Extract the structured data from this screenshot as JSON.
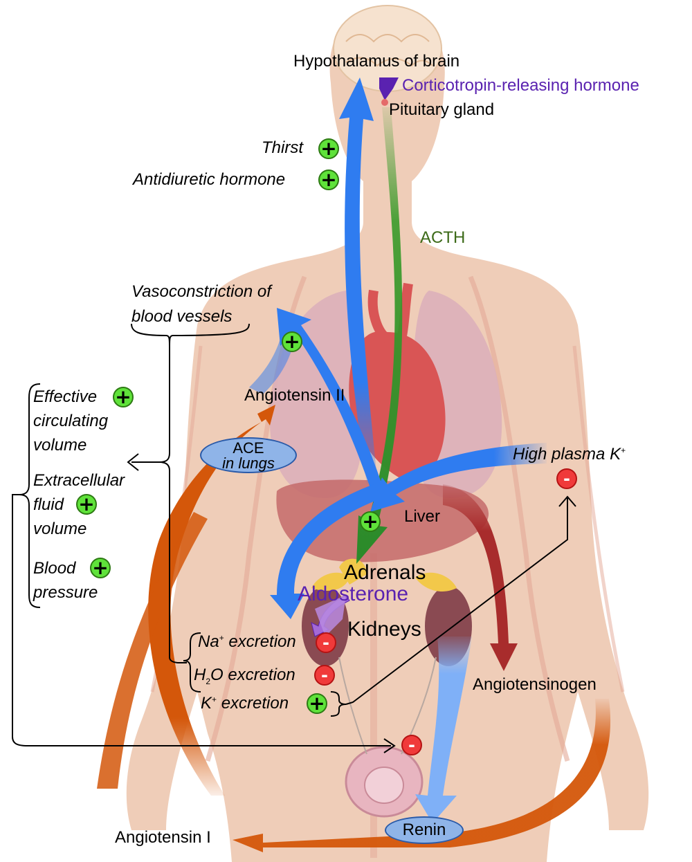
{
  "labels": {
    "hypothalamus": "Hypothalamus of brain",
    "crh": "Corticotropin-releasing hormone",
    "pituitary": "Pituitary gland",
    "thirst": "Thirst",
    "adh": "Antidiuretic hormone",
    "acth": "ACTH",
    "vaso_line1": "Vasoconstriction of",
    "vaso_line2": "blood vessels",
    "angiotensin2": "Angiotensin II",
    "ace_line1": "ACE",
    "ace_line2": "in lungs",
    "ecv_line1": "Effective",
    "ecv_line2": "circulating",
    "ecv_line3": "volume",
    "ecf_line1": "Extracellular",
    "ecf_line2": "fluid",
    "ecf_line3": "volume",
    "bp_line1": "Blood",
    "bp_line2": "pressure",
    "high_k_text": "High plasma K",
    "high_k_sup": "+",
    "liver": "Liver",
    "adrenals": "Adrenals",
    "aldosterone": "Aldosterone",
    "kidneys": "Kidneys",
    "na_base": "Na",
    "na_sup": "+",
    "na_rest": " excretion",
    "h2o_h": "H",
    "h2o_sub": "2",
    "h2o_rest": "O excretion",
    "k_base": "K",
    "k_sup": "+",
    "k_rest": " excretion",
    "angiotensinogen": "Angiotensinogen",
    "renin": "Renin",
    "angiotensin1": "Angiotensin I"
  },
  "signs": {
    "plus": "+",
    "minus": "-"
  },
  "colors": {
    "skin": "#efcdb8",
    "blue_arrow": "#2f7cf0",
    "light_blue_arrow": "#7fb0f7",
    "green_arrow": "#3a9b2a",
    "orange_arrow": "#d4570a",
    "dark_red_arrow": "#a82c2c",
    "purple": "#5a22b0",
    "acth_text": "#3c6a18",
    "plus_badge": "#5fe23a",
    "minus_badge": "#f03a3a"
  }
}
